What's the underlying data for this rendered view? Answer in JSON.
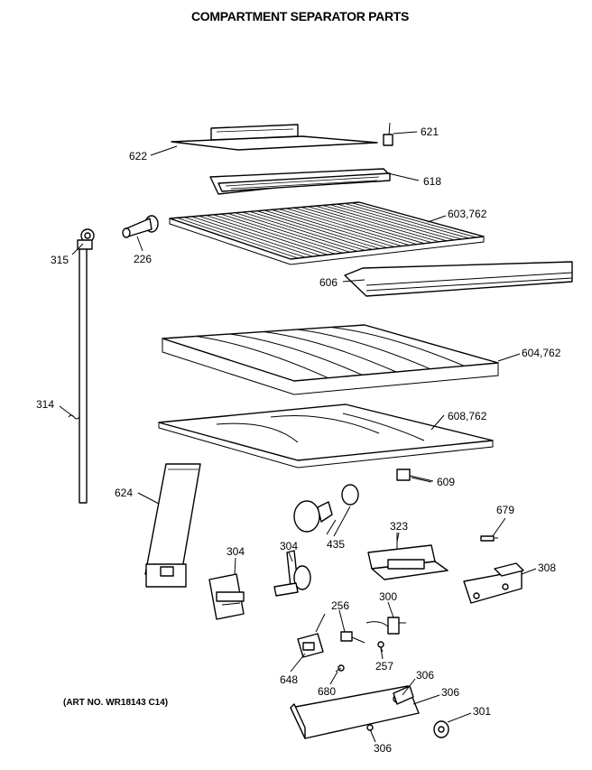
{
  "title": "COMPARTMENT SEPARATOR PARTS",
  "art_number": "(ART NO. WR18143 C14)",
  "labels": {
    "p621": "621",
    "p622": "622",
    "p618": "618",
    "p603_762": "603,762",
    "p315": "315",
    "p226": "226",
    "p606": "606",
    "p604_762": "604,762",
    "p314": "314",
    "p608_762": "608,762",
    "p609": "609",
    "p624": "624",
    "p679": "679",
    "p323": "323",
    "p304a": "304",
    "p304b": "304",
    "p435": "435",
    "p308": "308",
    "p256": "256",
    "p300": "300",
    "p257": "257",
    "p648": "648",
    "p680": "680",
    "p306a": "306",
    "p306b": "306",
    "p301": "301",
    "p306c": "306"
  }
}
